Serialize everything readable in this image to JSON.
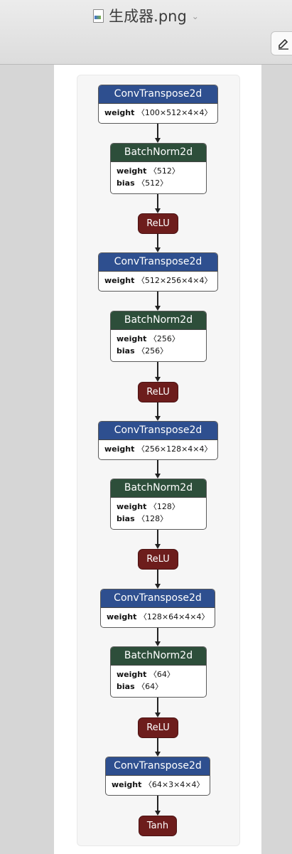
{
  "window": {
    "title": "生成器.png",
    "title_icon": "png-file-icon",
    "menu_chevron": "⌄",
    "edit_icon": "pencil-icon"
  },
  "diagram": {
    "layers": [
      {
        "type": "conv",
        "title": "ConvTranspose2d",
        "params": [
          {
            "k": "weight",
            "v": "〈100×512×4×4〉"
          }
        ]
      },
      {
        "type": "bn",
        "title": "BatchNorm2d",
        "params": [
          {
            "k": "weight",
            "v": "〈512〉"
          },
          {
            "k": "bias",
            "v": "〈512〉"
          }
        ]
      },
      {
        "type": "act",
        "title": "ReLU"
      },
      {
        "type": "conv",
        "title": "ConvTranspose2d",
        "params": [
          {
            "k": "weight",
            "v": "〈512×256×4×4〉"
          }
        ]
      },
      {
        "type": "bn",
        "title": "BatchNorm2d",
        "params": [
          {
            "k": "weight",
            "v": "〈256〉"
          },
          {
            "k": "bias",
            "v": "〈256〉"
          }
        ]
      },
      {
        "type": "act",
        "title": "ReLU"
      },
      {
        "type": "conv",
        "title": "ConvTranspose2d",
        "params": [
          {
            "k": "weight",
            "v": "〈256×128×4×4〉"
          }
        ]
      },
      {
        "type": "bn",
        "title": "BatchNorm2d",
        "params": [
          {
            "k": "weight",
            "v": "〈128〉"
          },
          {
            "k": "bias",
            "v": "〈128〉"
          }
        ]
      },
      {
        "type": "act",
        "title": "ReLU"
      },
      {
        "type": "conv",
        "title": "ConvTranspose2d",
        "params": [
          {
            "k": "weight",
            "v": "〈128×64×4×4〉"
          }
        ]
      },
      {
        "type": "bn",
        "title": "BatchNorm2d",
        "params": [
          {
            "k": "weight",
            "v": "〈64〉"
          },
          {
            "k": "bias",
            "v": "〈64〉"
          }
        ]
      },
      {
        "type": "act",
        "title": "ReLU"
      },
      {
        "type": "conv",
        "title": "ConvTranspose2d",
        "params": [
          {
            "k": "weight",
            "v": "〈64×3×4×4〉"
          }
        ]
      },
      {
        "type": "act",
        "title": "Tanh"
      }
    ]
  }
}
